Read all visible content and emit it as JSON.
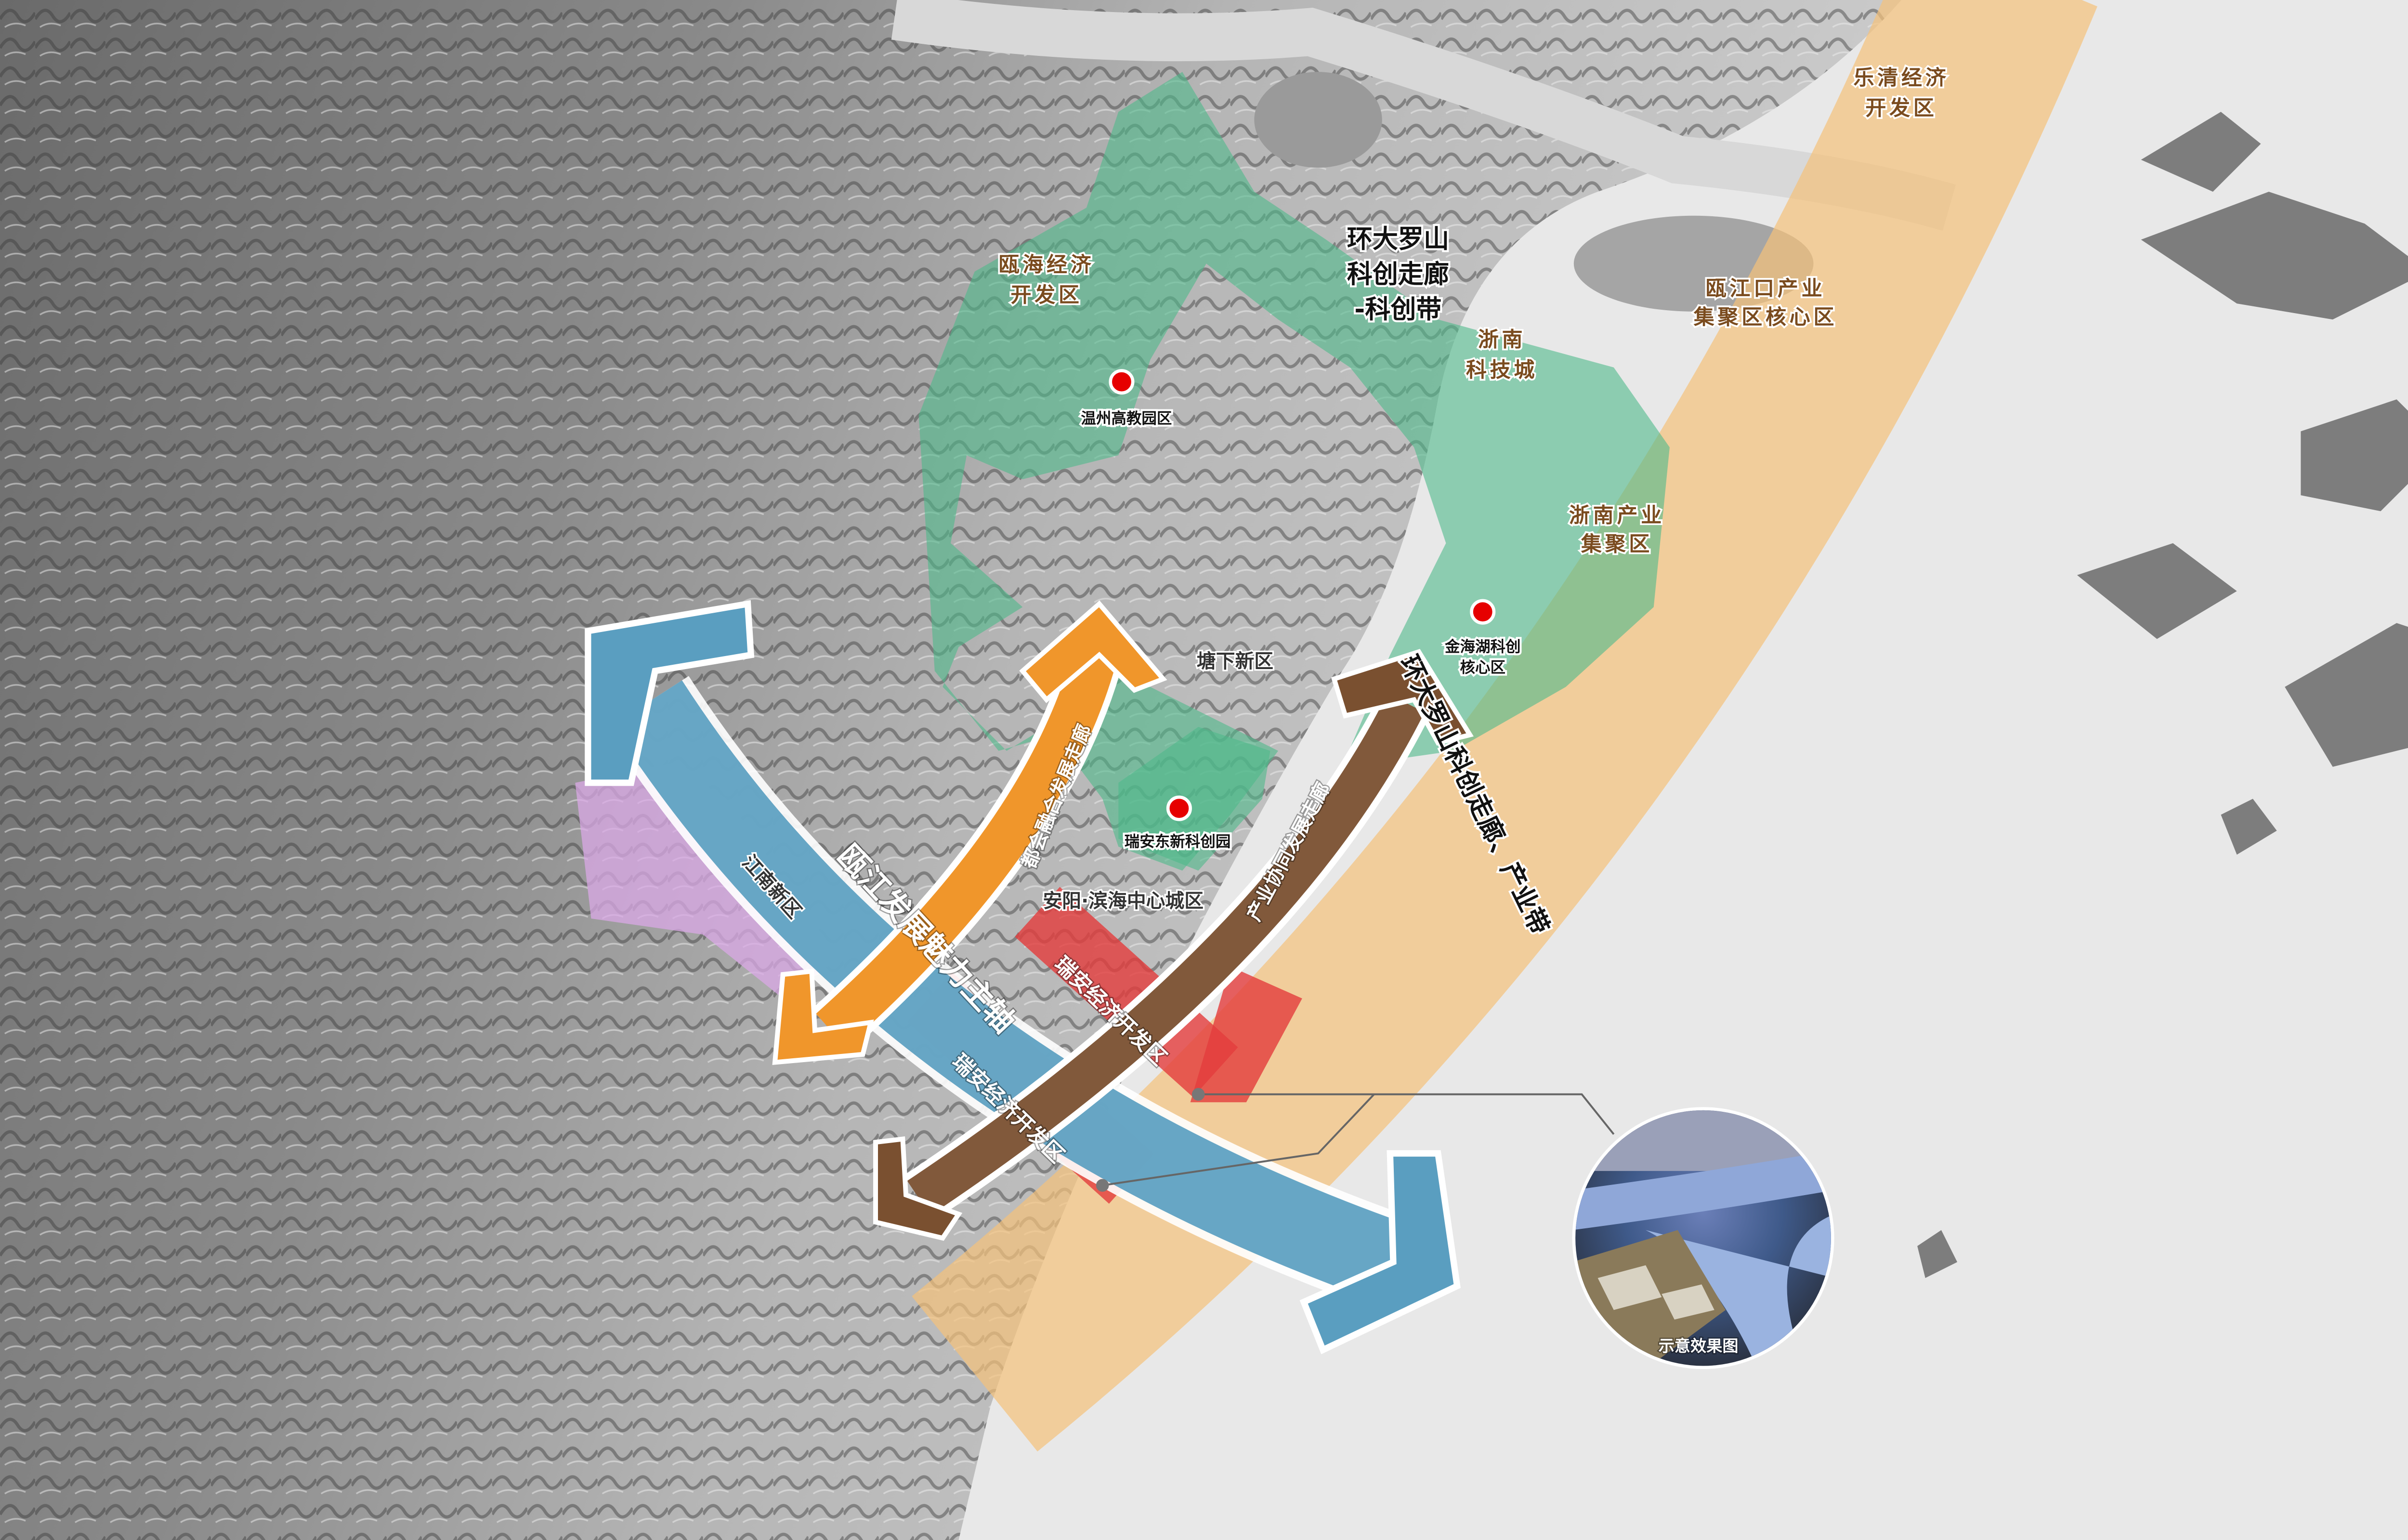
{
  "colors": {
    "science_corridor_green": "#4fb98a",
    "industry_belt_orange": "#f5c27a",
    "main_axis_blue": "#5a9ec0",
    "metro_corridor_orange": "#f0962b",
    "industry_corridor_brown": "#7a5030",
    "dev_zone_red": "#e43c3c",
    "jiangnan_purple": "#d9a8e6",
    "node_red": "#e60000"
  },
  "zones": {
    "yueqing": [
      "乐清经济",
      "开发区"
    ],
    "ouhai": [
      "瓯海经济",
      "开发区"
    ],
    "corridor_title": [
      "环大罗山",
      "科创走廊",
      "-科创带"
    ],
    "zhenan_tech_city": [
      "浙南",
      "科技城"
    ],
    "oujiangkou": [
      "瓯江口产业",
      "集聚区核心区"
    ],
    "zhenan_industry": [
      "浙南产业",
      "集聚区"
    ],
    "jiangnan": "江南新区"
  },
  "nodes": {
    "wenzhou_university": "温州高教园区",
    "jinhaihu": [
      "金海湖科创",
      "核心区"
    ],
    "tangxia": "塘下新区",
    "ruian_east": "瑞安东新科创园",
    "anyang": "安阳·滨海中心城区"
  },
  "corridors": {
    "metro": "都会融合发展走廊",
    "industry": "产业协同发展走廊",
    "belt": "环大罗山科创走廊、产业带",
    "main_axis": "瓯江发展魅力主轴",
    "ruian_zone_1": "瑞安经济开发区",
    "ruian_zone_2": "瑞安经济开发区"
  },
  "inset": {
    "caption": "示意效果图"
  }
}
